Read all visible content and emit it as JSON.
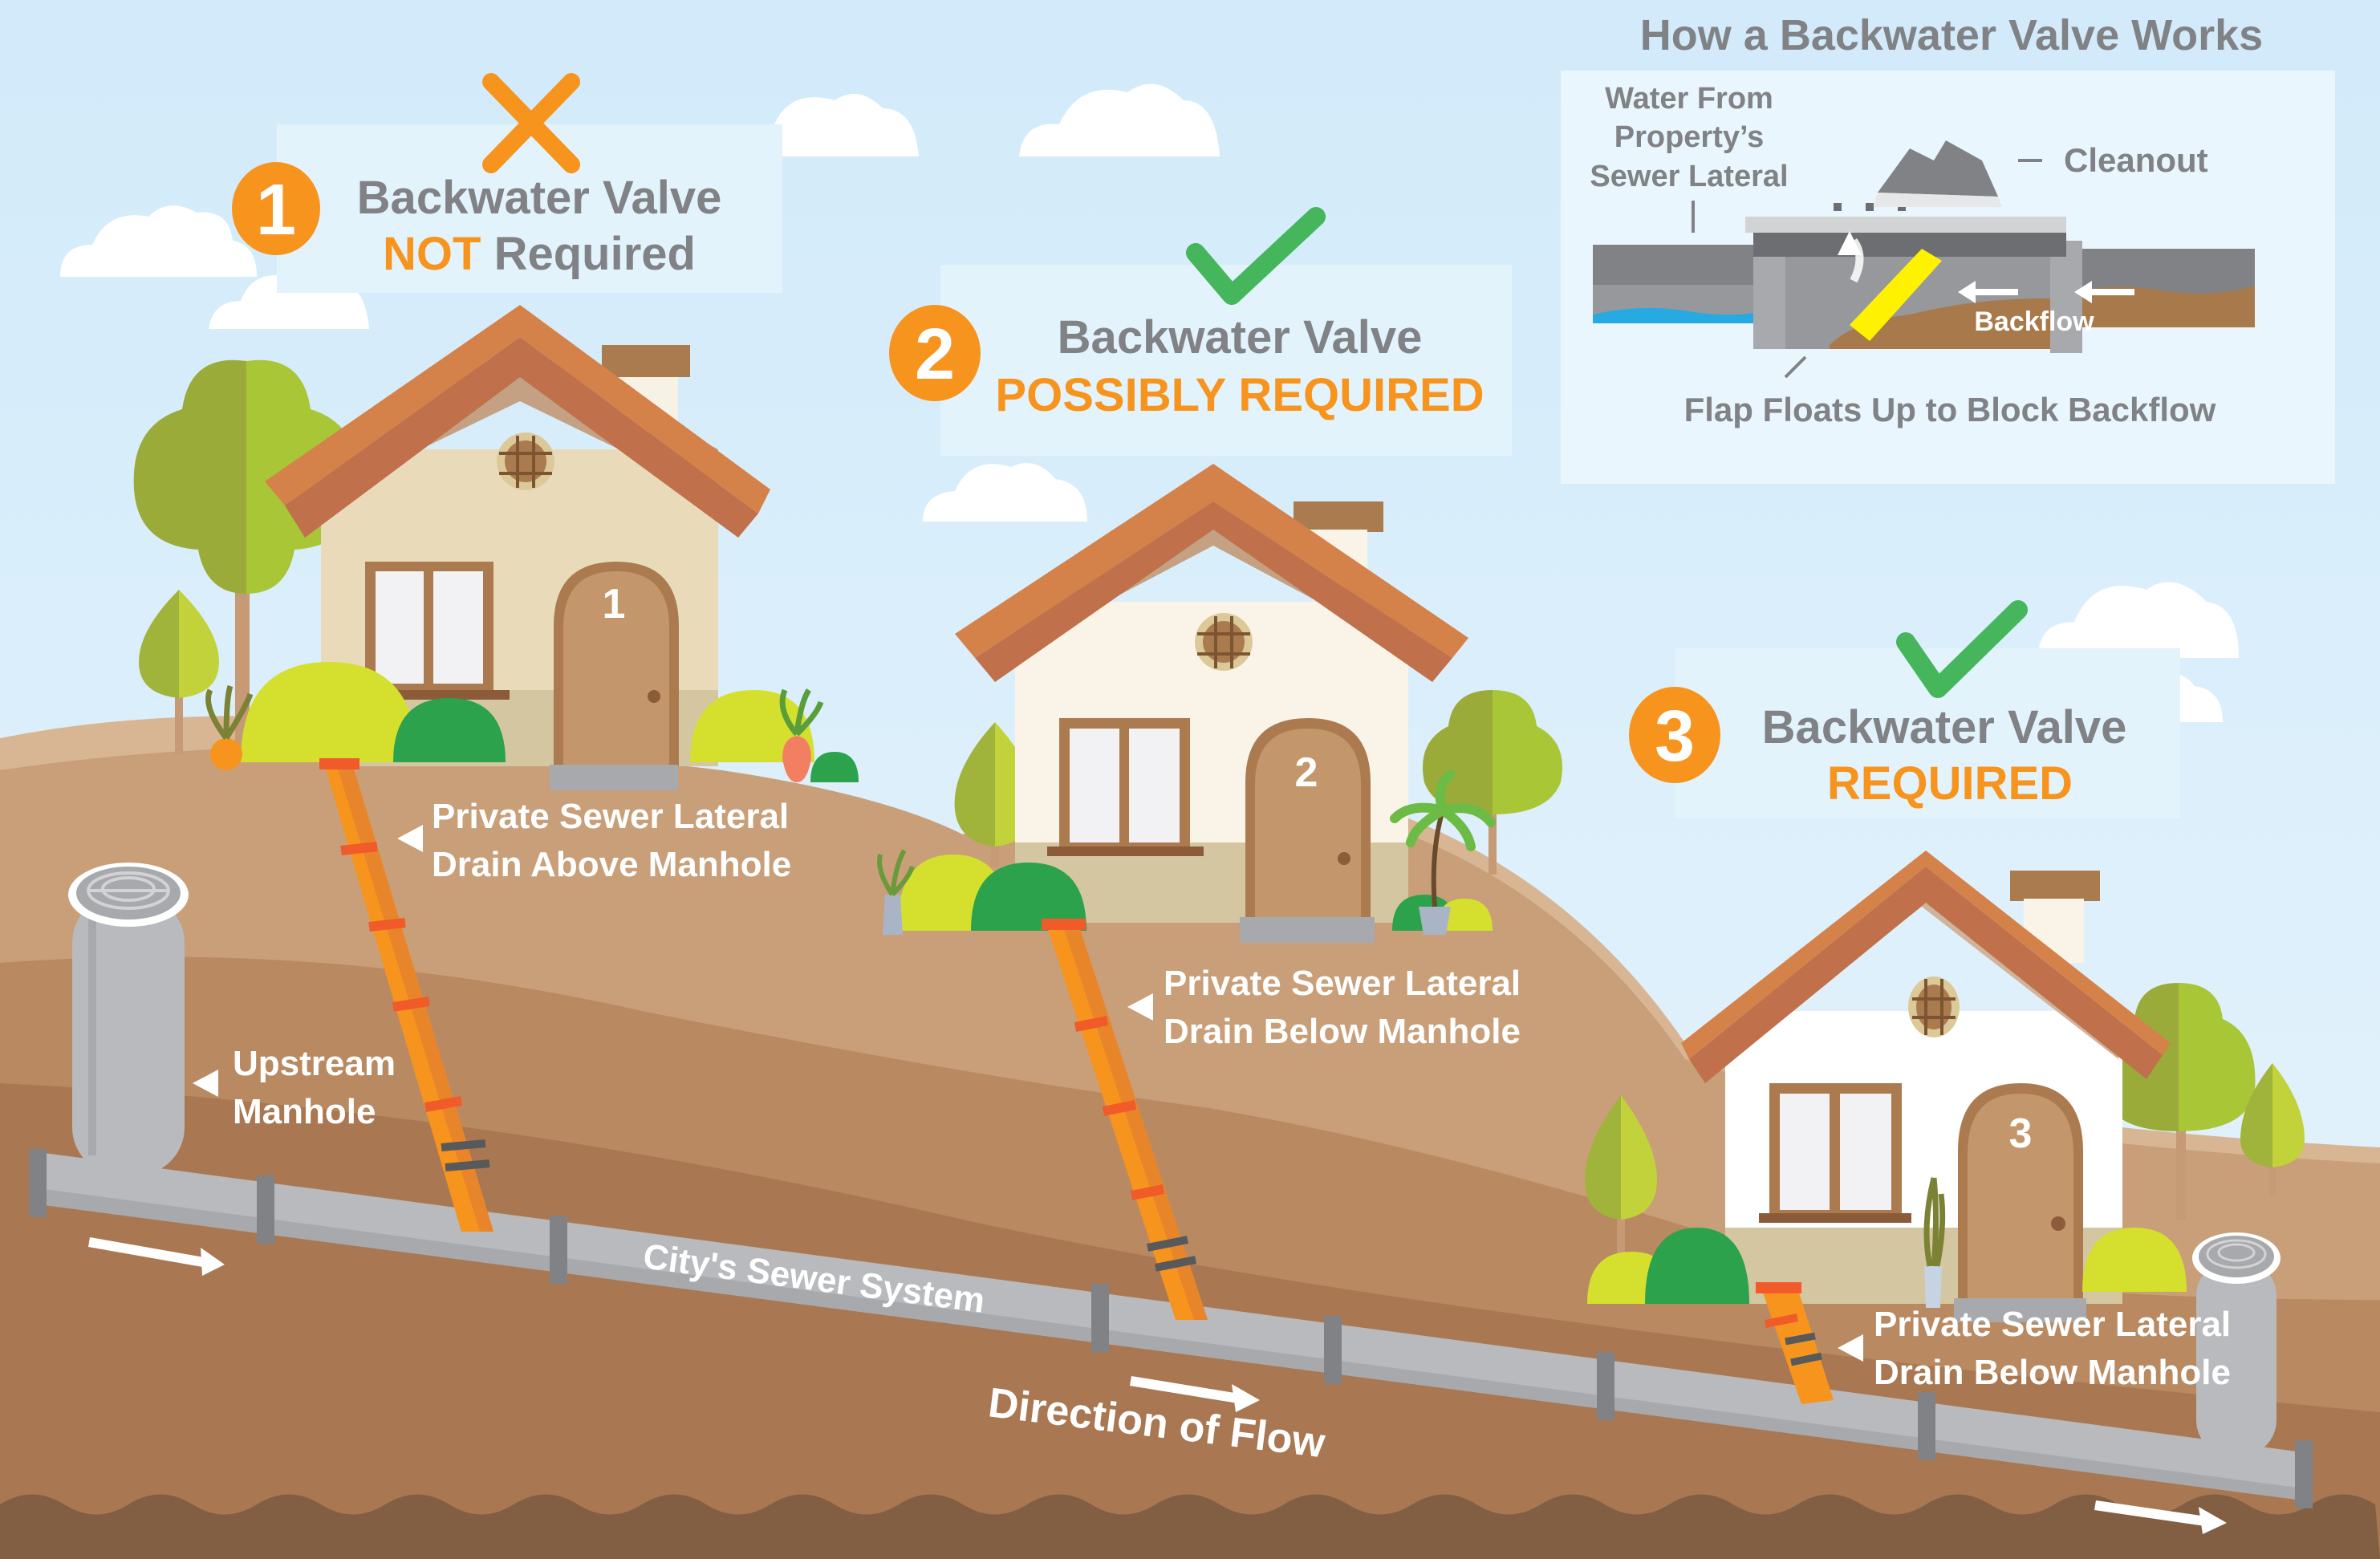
{
  "colors": {
    "sky": "#d4ecfa",
    "panel": "#e3f3fc",
    "orange": "#f7941e",
    "green_check": "#46b65c",
    "text_gray": "#808285",
    "soil_light": "#d6b593",
    "soil_mid": "#c49a72",
    "soil_dark": "#a8764f",
    "soil_bottom": "#825f43",
    "pipe_gray": "#b8babd",
    "lateral_orange": "#f7941e",
    "water_blue": "#27aae1",
    "flap_yellow": "#fff200"
  },
  "scenarios": [
    {
      "number": "1",
      "line1": "Backwater Valve",
      "line2_emphasis": "NOT",
      "line2_rest": " Required",
      "status_icon": "x-mark",
      "house_number": "1",
      "lateral_label_line1": "Private Sewer Lateral",
      "lateral_label_line2": "Drain Above Manhole"
    },
    {
      "number": "2",
      "line1": "Backwater Valve",
      "line2_emphasis": "POSSIBLY REQUIRED",
      "status_icon": "check-mark",
      "house_number": "2",
      "lateral_label_line1": "Private Sewer Lateral",
      "lateral_label_line2": "Drain Below Manhole"
    },
    {
      "number": "3",
      "line1": "Backwater Valve",
      "line2_emphasis": "REQUIRED",
      "status_icon": "check-mark",
      "house_number": "3",
      "lateral_label_line1": "Private Sewer Lateral",
      "lateral_label_line2": "Drain Below Manhole"
    }
  ],
  "inset": {
    "title": "How a Backwater Valve Works",
    "water_from_line1": "Water From",
    "water_from_line2": "Property’s",
    "water_from_line3": "Sewer Lateral",
    "cleanout": "Cleanout",
    "backflow": "Backflow",
    "flap": "Flap Floats Up to Block Backflow"
  },
  "underground": {
    "upstream_line1": "Upstream",
    "upstream_line2": "Manhole",
    "city_sewer": "City's Sewer System",
    "direction": "Direction of Flow"
  }
}
